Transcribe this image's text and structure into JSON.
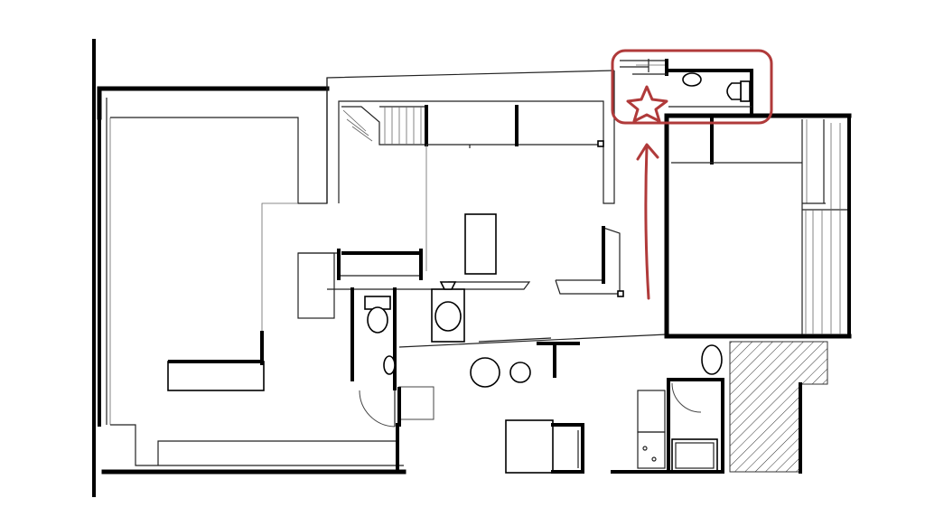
{
  "diagram": {
    "type": "floor-plan",
    "annotation_color": "#b03a3a",
    "wall_color": "#000000",
    "background_color": "#ffffff",
    "annotations": [
      {
        "kind": "highlight-box",
        "target": "upper-right-toilet-room"
      },
      {
        "kind": "star",
        "target": "upper-right-toilet-room"
      },
      {
        "kind": "arrow",
        "direction": "up",
        "target": "upper-right-toilet-room"
      }
    ]
  }
}
